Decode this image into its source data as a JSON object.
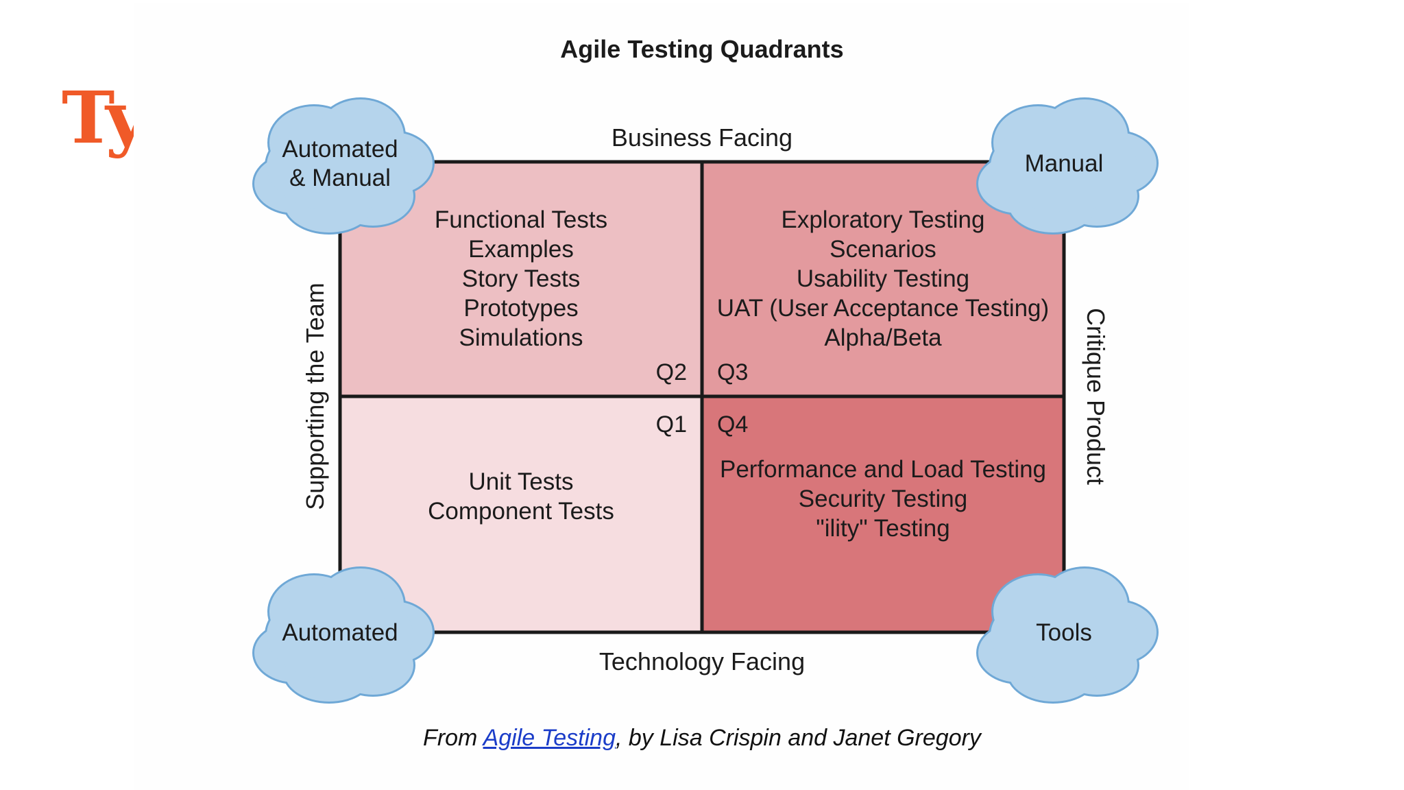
{
  "slide": {
    "title": "Types"
  },
  "diagram": {
    "title": "Agile Testing Quadrants",
    "top_label": "Business Facing",
    "bottom_label": "Technology Facing",
    "left_label": "Supporting the Team",
    "right_label": "Critique Product",
    "clouds": {
      "top_left": [
        "Automated",
        "& Manual"
      ],
      "top_right": [
        "Manual"
      ],
      "bottom_left": [
        "Automated"
      ],
      "bottom_right": [
        "Tools"
      ]
    },
    "quadrants": {
      "q2": {
        "id": "Q2",
        "items": [
          "Functional Tests",
          "Examples",
          "Story Tests",
          "Prototypes",
          "Simulations"
        ],
        "color": "#edbfc3"
      },
      "q3": {
        "id": "Q3",
        "items": [
          "Exploratory Testing",
          "Scenarios",
          "Usability Testing",
          "UAT (User Acceptance Testing)",
          "Alpha/Beta"
        ],
        "color": "#e39a9e"
      },
      "q1": {
        "id": "Q1",
        "items": [
          "Unit Tests",
          "Component Tests"
        ],
        "color": "#f6dde0"
      },
      "q4": {
        "id": "Q4",
        "items": [
          "Performance and Load Testing",
          "Security Testing",
          "\"ility\" Testing"
        ],
        "color": "#d8767a"
      }
    },
    "cloud_color": "#b5d4ec",
    "cloud_stroke": "#6fa8d6"
  },
  "caption": {
    "prefix": "From ",
    "link_text": "Agile Testing",
    "suffix": ", by Lisa Crispin and Janet Gregory"
  }
}
